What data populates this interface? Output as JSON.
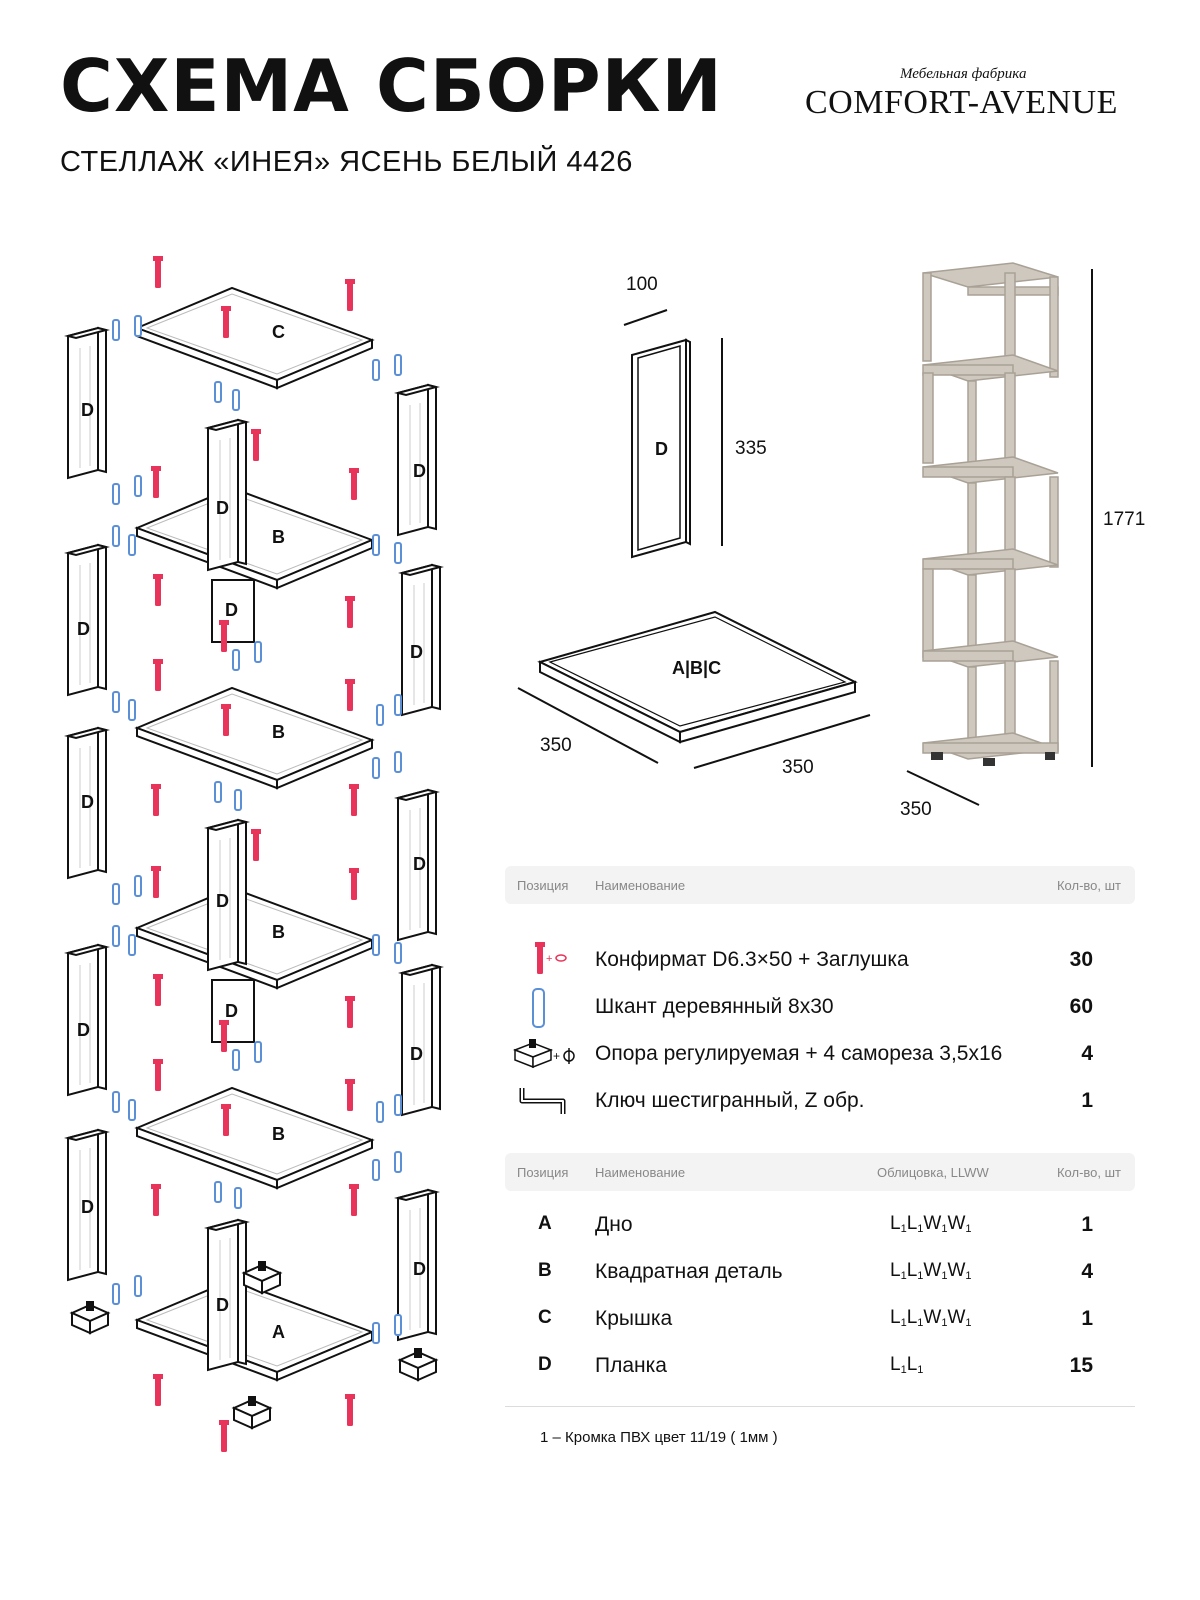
{
  "header": {
    "title": "СХЕМА СБОРКИ",
    "subtitle": "СТЕЛЛАЖ «ИНЕЯ» ЯСЕНЬ БЕЛЫЙ 4426",
    "brand_tagline": "Мебельная фабрика",
    "brand_name": "COMFORT-AVENUE"
  },
  "colors": {
    "screw": "#e8345a",
    "dowel": "#5b8fd6",
    "line": "#111111",
    "shelf_photo": "#cfc8be"
  },
  "diagram": {
    "labels": {
      "a": "A",
      "b": "B",
      "c": "C",
      "d": "D",
      "abc": "A|B|C"
    },
    "dimensions": {
      "plank_thickness": "100",
      "plank_height": "335",
      "shelf_depth": "350",
      "shelf_width": "350",
      "total_height": "1771",
      "total_depth": "350"
    }
  },
  "hardware_table": {
    "headers": {
      "position": "Позиция",
      "name": "Наименование",
      "qty": "Кол-во, шт"
    },
    "rows": [
      {
        "icon": "screw-icon",
        "name": "Конфирмат D6.3×50 + Заглушка",
        "qty": "30"
      },
      {
        "icon": "dowel-icon",
        "name": "Шкант деревянный 8х30",
        "qty": "60"
      },
      {
        "icon": "support-foot-icon",
        "name": "Опора регулируемая + 4 самореза 3,5х16",
        "qty": "4"
      },
      {
        "icon": "hex-key-icon",
        "name": "Ключ шестигранный, Z обр.",
        "qty": "1"
      }
    ]
  },
  "parts_table": {
    "headers": {
      "position": "Позиция",
      "name": "Наименование",
      "finish": "Облицовка, LLWW",
      "qty": "Кол-во, шт"
    },
    "rows": [
      {
        "pos": "A",
        "name": "Дно",
        "finish": [
          "L",
          "1",
          "L",
          "1",
          "W",
          "1",
          "W",
          "1"
        ],
        "qty": "1"
      },
      {
        "pos": "B",
        "name": "Квадратная деталь",
        "finish": [
          "L",
          "1",
          "L",
          "1",
          "W",
          "1",
          "W",
          "1"
        ],
        "qty": "4"
      },
      {
        "pos": "C",
        "name": "Крышка",
        "finish": [
          "L",
          "1",
          "L",
          "1",
          "W",
          "1",
          "W",
          "1"
        ],
        "qty": "1"
      },
      {
        "pos": "D",
        "name": "Планка",
        "finish": [
          "L",
          "1",
          "L",
          "1"
        ],
        "qty": "15"
      }
    ]
  },
  "note": "1 – Кромка ПВХ цвет 11/19 ( 1мм )"
}
